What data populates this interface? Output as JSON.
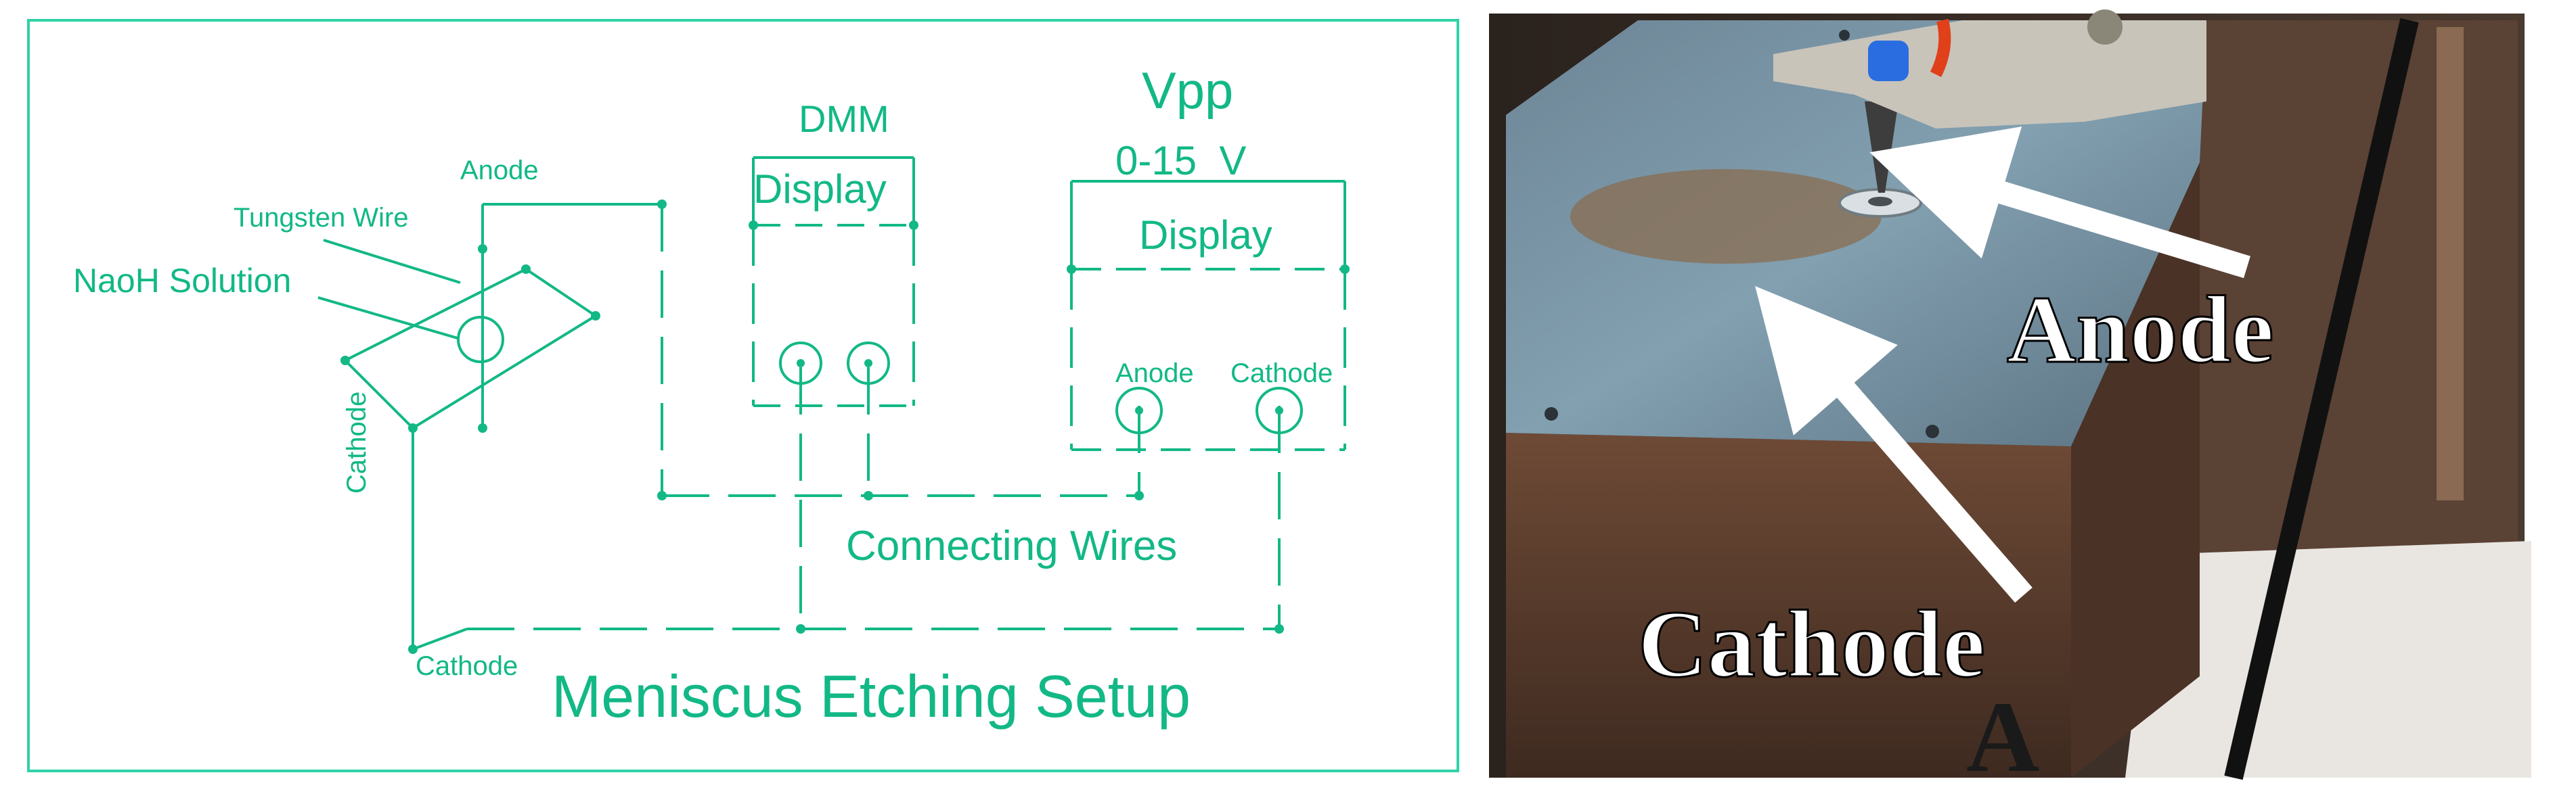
{
  "diagram": {
    "title": "Meniscus Etching Setup",
    "labels": {
      "anode_top": "Anode",
      "tungsten_wire": "Tungsten Wire",
      "naoh_solution": "NaoH Solution",
      "cathode_left": "Cathode",
      "cathode_bottom": "Cathode",
      "dmm": "DMM",
      "dmm_display": "Display",
      "vpp": "Vpp",
      "vpp_range": "0-15  V",
      "vpp_display": "Display",
      "vpp_anode": "Anode",
      "vpp_cathode": "Cathode",
      "connecting_wires": "Connecting Wires"
    },
    "colors": {
      "line": "#12b886",
      "frame": "#2ed3a6"
    }
  },
  "photo": {
    "labels": {
      "anode": "Anode",
      "cathode": "Cathode",
      "panel_letter": "A"
    }
  }
}
